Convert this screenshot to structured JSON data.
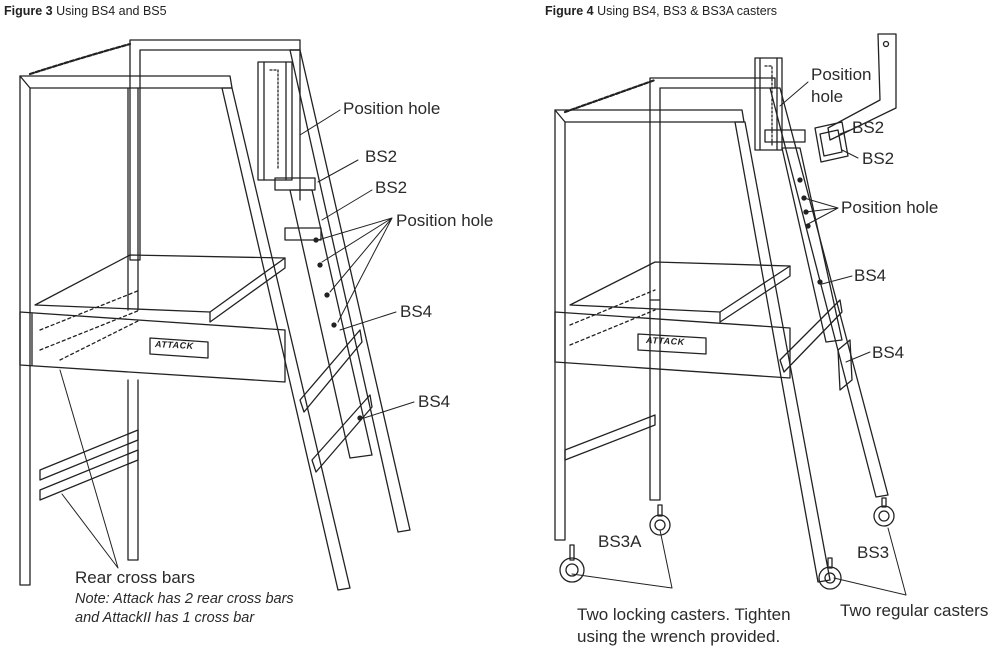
{
  "figure3": {
    "number": "Figure 3",
    "caption": "Using BS4 and BS5",
    "labels": {
      "position_hole_top": "Position hole",
      "bs2_a": "BS2",
      "bs2_b": "BS2",
      "position_hole_mid": "Position hole",
      "bs4_a": "BS4",
      "bs4_b": "BS4",
      "rear_cross_bars": "Rear cross bars",
      "note_line1": "Note: Attack has 2 rear cross bars",
      "note_line2": "and AttackII has 1 cross bar"
    },
    "logo_text": "ATTACK"
  },
  "figure4": {
    "number": "Figure 4",
    "caption": "Using BS4,  BS3 & BS3A casters",
    "labels": {
      "position_hole_top_1": "Position",
      "position_hole_top_2": "hole",
      "bs2_a": "BS2",
      "bs2_b": "BS2",
      "position_hole_mid": "Position hole",
      "bs4_a": "BS4",
      "bs4_b": "BS4",
      "bs3a": "BS3A",
      "bs3": "BS3",
      "locking_1": "Two locking casters. Tighten",
      "locking_2": "using the wrench provided.",
      "regular": "Two regular casters"
    },
    "logo_text": "ATTACK"
  }
}
